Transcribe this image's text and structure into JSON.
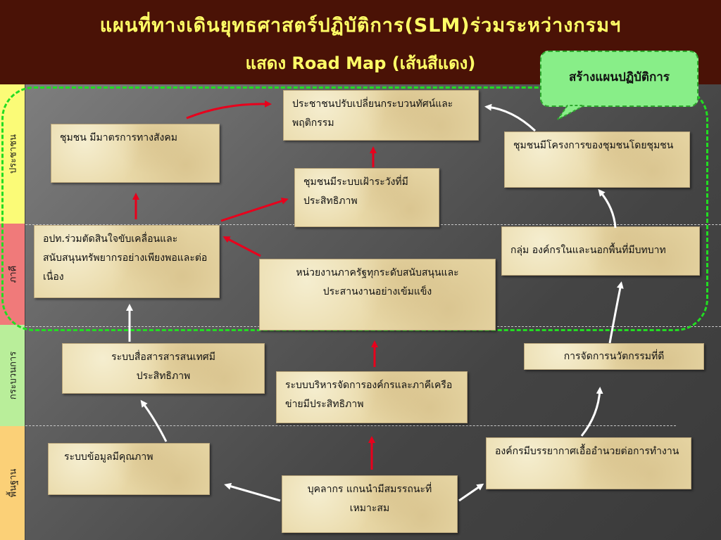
{
  "title": {
    "line1": "แผนที่ทางเดินยุทธศาสตร์ปฏิบัติการ(SLM)ร่วมระหว่างกรมฯ",
    "line2": "แสดง Road Map (เส้นสีแดง)"
  },
  "callout": "สร้างแผนปฏิบัติการ",
  "side_labels": {
    "people": "ประชาชน",
    "partners": "ภาคี",
    "process": "กระบวนการ",
    "foundation": "พื้นฐาน"
  },
  "boxes": {
    "people_behavior": "ประชาชนปรับเปลี่ยนกระบวนทัศน์และพฤติกรรม",
    "community_measures": "ชุมชน มีมาตรการทางสังคม",
    "community_projects": "ชุมชนมีโครงการของชุมชนโดยชุมชน",
    "community_surveillance": "ชุมชนมีระบบเฝ้าระวังที่มีประสิทธิภาพ",
    "local_admin": "อปท.ร่วมตัดสินใจขับเคลื่อนและสนับสนุนทรัพยากรอย่างเพียงพอและต่อเนื่อง",
    "groups_orgs": "กลุ่ม องค์กรในและนอกพื้นที่มีบทบาท",
    "gov_agencies": "หน่วยงานภาครัฐทุกระดับสนับสนุนและประสานงานอย่างเข้มแข็ง",
    "communication": "ระบบสื่อสารสารสนเทศมีประสิทธิภาพ",
    "innovation": "การจัดการนวัตกรรมที่ดี",
    "management": "ระบบบริหารจัดการองค์กรและภาคีเครือข่ายมีประสิทธิภาพ",
    "data_quality": "ระบบข้อมูลมีคุณภาพ",
    "org_climate": "องค์กรมีบรรยากาศเอื้ออำนวยต่อการทำงาน",
    "personnel": "บุคลากร แกนนำมีสมรรถนะที่เหมาะสม"
  },
  "colors": {
    "header_bg": "#4a1206",
    "title_text": "#ffff66",
    "road_map_arrow": "#e8001c",
    "other_arrow": "#ffffff",
    "callout_bg": "#88ee88",
    "region_border": "#22dd22"
  }
}
